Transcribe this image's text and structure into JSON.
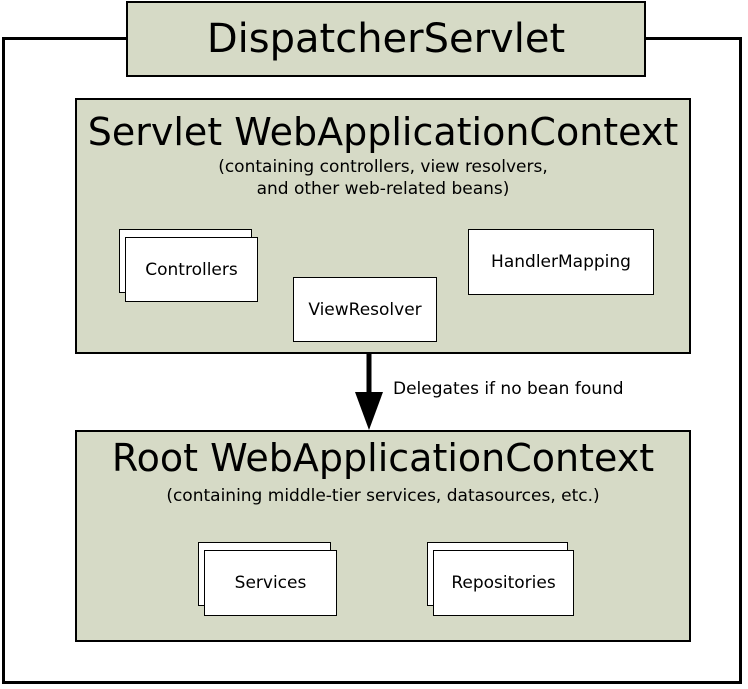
{
  "dispatcher": {
    "title": "DispatcherServlet"
  },
  "servlet_context": {
    "title": "Servlet WebApplicationContext",
    "subtitle": "(containing controllers, view resolvers,\nand other web-related beans)",
    "beans": {
      "controllers": "Controllers",
      "view_resolver": "ViewResolver",
      "handler_mapping": "HandlerMapping"
    }
  },
  "delegation": {
    "label": "Delegates if no bean found"
  },
  "root_context": {
    "title": "Root WebApplicationContext",
    "subtitle": "(containing middle-tier services, datasources, etc.)",
    "beans": {
      "services": "Services",
      "repositories": "Repositories"
    }
  }
}
